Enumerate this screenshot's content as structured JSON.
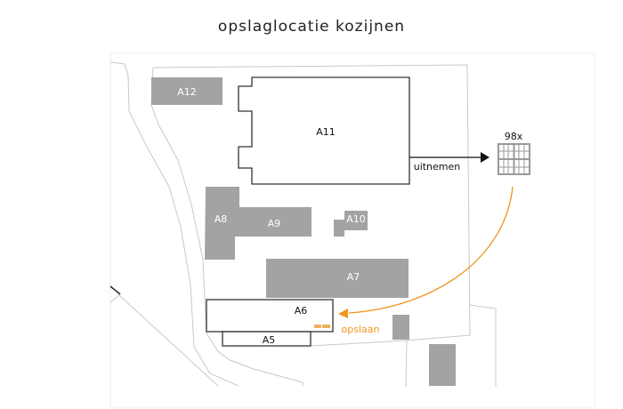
{
  "title": "opslaglocatie kozijnen",
  "buildings": {
    "a5": "A5",
    "a6": "A6",
    "a7": "A7",
    "a8": "A8",
    "a9": "A9",
    "a10": "A10",
    "a11": "A11",
    "a12": "A12"
  },
  "flow": {
    "take_out_label": "uitnemen",
    "store_label": "opslaan",
    "quantity": "98x"
  },
  "colors": {
    "accent": "#f0961e",
    "building": "#a3a3a3",
    "outline": "#333333"
  }
}
